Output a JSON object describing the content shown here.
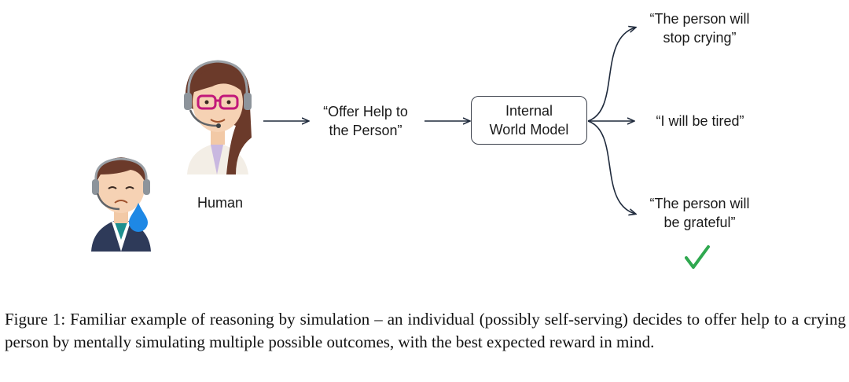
{
  "diagram": {
    "human_label": "Human",
    "action": [
      "“Offer Help to",
      "the Person”"
    ],
    "model": [
      "Internal",
      "World Model"
    ],
    "outcomes": [
      [
        "“The person will",
        "stop crying”"
      ],
      [
        "“I will be tired”"
      ],
      [
        "“The person will",
        "be grateful”"
      ]
    ],
    "selected_outcome_icon": "green-check-icon",
    "icons": [
      "woman-headset-avatar-icon",
      "crying-person-avatar-icon",
      "teardrop-icon"
    ]
  },
  "caption": "Figure 1: Familiar example of reasoning by simulation – an individual (possibly self-serving) decides to offer help to a crying person by mentally simulating multiple possible outcomes, with the best expected reward in mind.",
  "colors": {
    "arrow": "#1f2a3c",
    "check": "#2fa84f",
    "tear": "#1e88e5"
  }
}
